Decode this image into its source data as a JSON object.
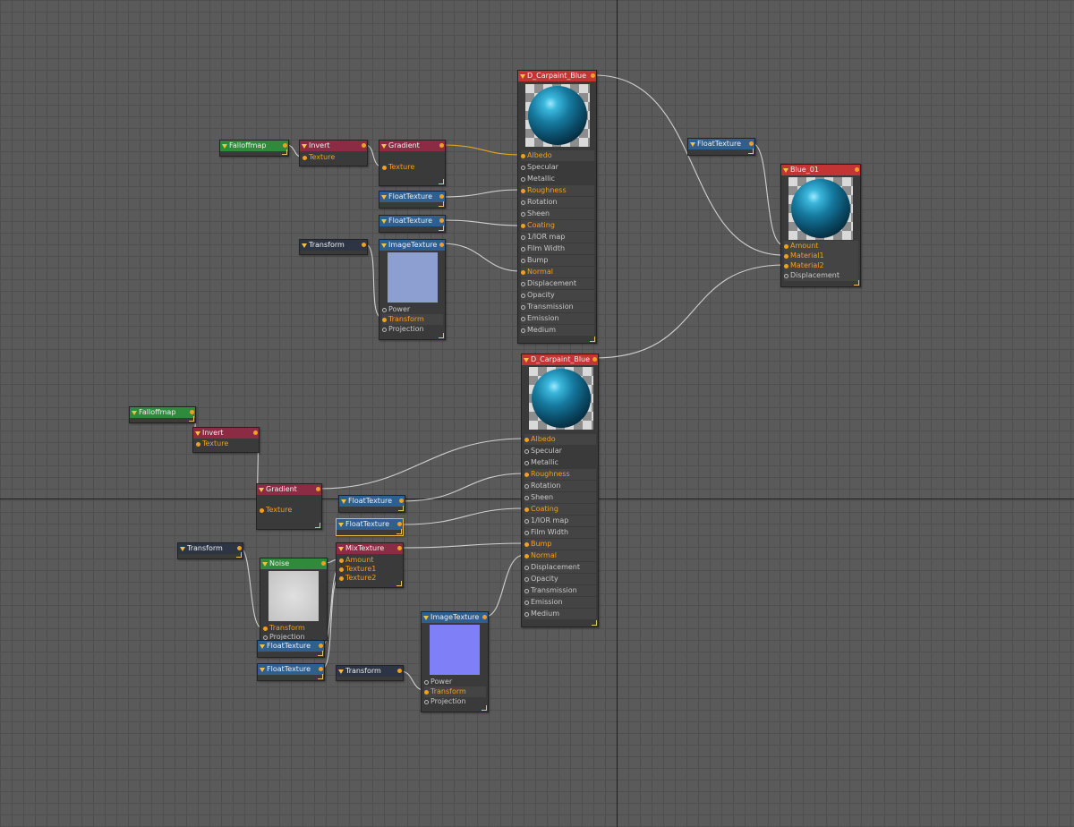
{
  "colors": {
    "canvas_bg": "#5a5a5a",
    "grid_line": "#4f4f4f",
    "wire": "#d0d0d0",
    "wire_active": "#e8a020",
    "header_material": "#c33434",
    "header_texture_op": "#8c2c44",
    "header_falloff": "#2f8a3c",
    "header_float_texture": "#2e5f8e",
    "header_transform": "#2d3444",
    "pin_active": "#f0a020"
  },
  "icons": {
    "collapse": "collapse-triangle-icon",
    "output": "output-pin-icon",
    "resize": "resize-corner-icon"
  },
  "nodes": {
    "mat_top": {
      "title": "D_Carpaint_Blue",
      "pins": [
        "Albedo",
        "Specular",
        "Metallic",
        "Roughness",
        "Rotation",
        "Sheen",
        "Coating",
        "1/IOR map",
        "Film Width",
        "Bump",
        "Normal",
        "Displacement",
        "Opacity",
        "Transmission",
        "Emission",
        "Medium"
      ]
    },
    "mat_bottom": {
      "title": "D_Carpaint_Blue",
      "pins": [
        "Albedo",
        "Specular",
        "Metallic",
        "Roughness",
        "Rotation",
        "Sheen",
        "Coating",
        "1/IOR map",
        "Film Width",
        "Bump",
        "Normal",
        "Displacement",
        "Opacity",
        "Transmission",
        "Emission",
        "Medium"
      ]
    },
    "mix_material": {
      "title": "Blue_01",
      "pins": [
        "Amount",
        "Material1",
        "Material2",
        "Displacement"
      ]
    },
    "floattex_right": {
      "title": "FloatTexture"
    },
    "falloff_top": {
      "title": "Falloffmap"
    },
    "invert_top": {
      "title": "Invert",
      "pins": [
        "Texture"
      ]
    },
    "gradient_top": {
      "title": "Gradient",
      "pins": [
        "Texture"
      ]
    },
    "floattex_top_1": {
      "title": "FloatTexture"
    },
    "floattex_top_2": {
      "title": "FloatTexture"
    },
    "transform_top": {
      "title": "Transform"
    },
    "imagetex_top": {
      "title": "ImageTexture",
      "pins": [
        "Power",
        "Transform",
        "Projection"
      ]
    },
    "falloff_bottom": {
      "title": "Falloffmap"
    },
    "invert_bottom": {
      "title": "Invert",
      "pins": [
        "Texture"
      ]
    },
    "gradient_bottom": {
      "title": "Gradient",
      "pins": [
        "Texture"
      ]
    },
    "floattex_bot_1": {
      "title": "FloatTexture"
    },
    "floattex_bot_2": {
      "title": "FloatTexture"
    },
    "transform_bot_1": {
      "title": "Transform"
    },
    "noise": {
      "title": "Noise",
      "pins": [
        "Transform",
        "Projection"
      ]
    },
    "mixtexture": {
      "title": "MixTexture",
      "pins": [
        "Amount",
        "Texture1",
        "Texture2"
      ]
    },
    "floattex_bot_3": {
      "title": "FloatTexture"
    },
    "floattex_bot_4": {
      "title": "FloatTexture"
    },
    "transform_bot_2": {
      "title": "Transform"
    },
    "imagetex_bottom": {
      "title": "ImageTexture",
      "pins": [
        "Power",
        "Transform",
        "Projection"
      ]
    }
  }
}
